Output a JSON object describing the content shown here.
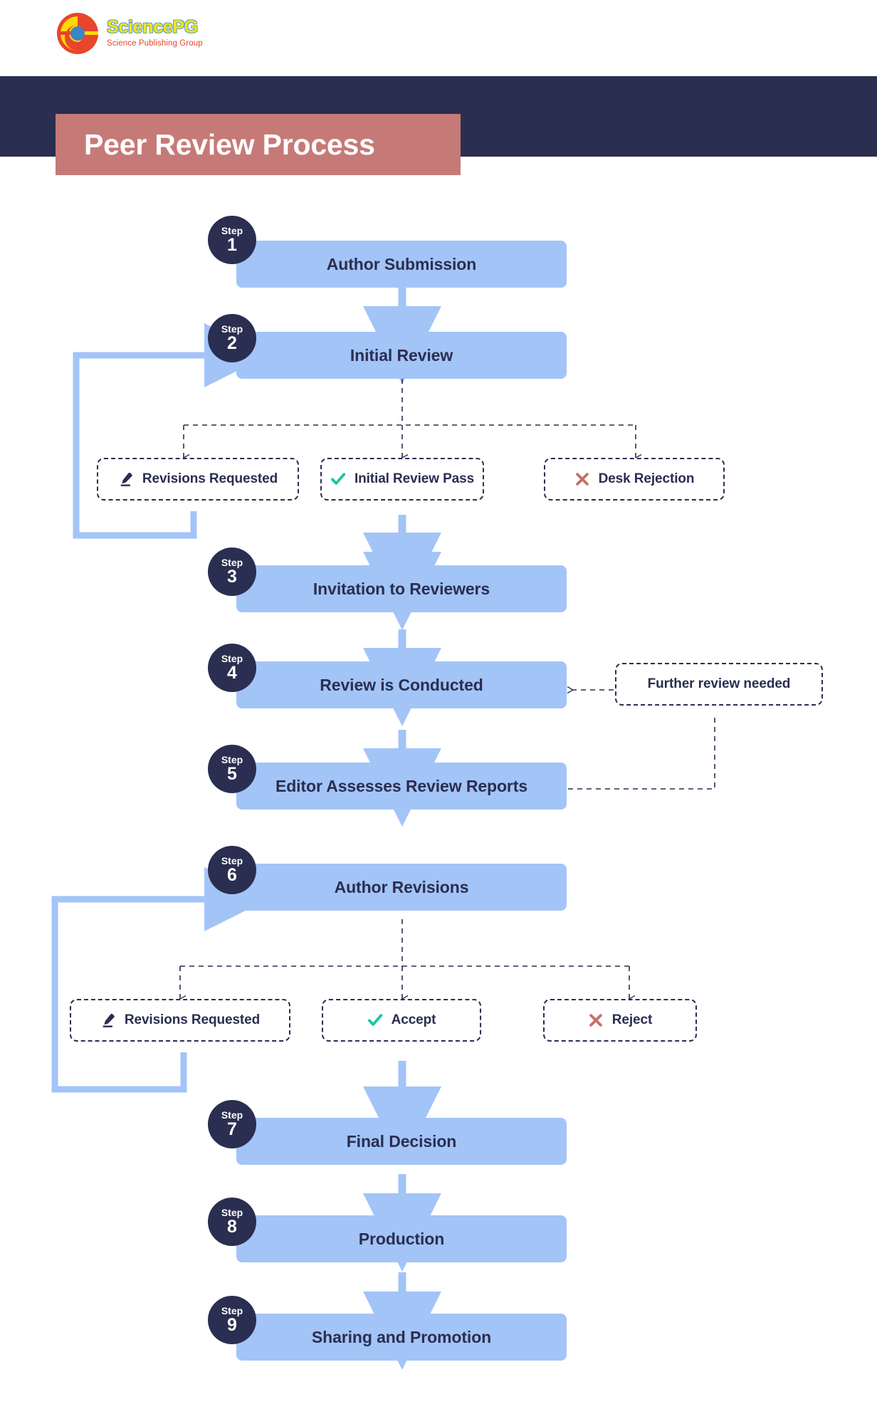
{
  "brand": {
    "name": "SciencePG",
    "tagline": "Science Publishing Group",
    "logo_icon": "sciencepg-spiral-logo",
    "colors": {
      "wordmark": "#f2e80b",
      "tagline": "#e8452b",
      "ring_outer": "#e8452b",
      "ring_inner": "#ffd900",
      "center_dot": "#3d86c6"
    }
  },
  "header": {
    "title": "Peer Review Process",
    "band_color": "#2a2e50",
    "chip_color": "#c57a77",
    "title_color": "#ffffff"
  },
  "theme": {
    "step_box_fill": "#a3c4f7",
    "step_text": "#2a2e50",
    "badge_fill": "#2a2e50",
    "badge_text": "#ffffff",
    "arrow_color": "#a3c4f7",
    "dashed_stroke": "#2a2e50",
    "accept_green": "#1dc6a4",
    "reject_red": "#c6706a",
    "page_bg": "#ffffff"
  },
  "flow": {
    "step_word": "Step",
    "steps": [
      {
        "number": "1",
        "label": "Author Submission"
      },
      {
        "number": "2",
        "label": "Initial Review"
      },
      {
        "number": "3",
        "label": "Invitation to Reviewers"
      },
      {
        "number": "4",
        "label": "Review is Conducted"
      },
      {
        "number": "5",
        "label": "Editor Assesses Review Reports"
      },
      {
        "number": "6",
        "label": "Author Revisions"
      },
      {
        "number": "7",
        "label": "Final Decision"
      },
      {
        "number": "8",
        "label": "Production"
      },
      {
        "number": "9",
        "label": "Sharing and Promotion"
      }
    ],
    "decision_row_1": [
      {
        "label": "Revisions Requested",
        "icon": "pencil-icon",
        "icon_color": "#2a2e50"
      },
      {
        "label": "Initial Review Pass",
        "icon": "check-icon",
        "icon_color": "#1dc6a4"
      },
      {
        "label": "Desk Rejection",
        "icon": "cross-icon",
        "icon_color": "#c6706a"
      }
    ],
    "decision_row_2": [
      {
        "label": "Revisions Requested",
        "icon": "pencil-icon",
        "icon_color": "#2a2e50"
      },
      {
        "label": "Accept",
        "icon": "check-icon",
        "icon_color": "#1dc6a4"
      },
      {
        "label": "Reject",
        "icon": "cross-icon",
        "icon_color": "#c6706a"
      }
    ],
    "side_note": {
      "label": "Further review needed"
    }
  }
}
